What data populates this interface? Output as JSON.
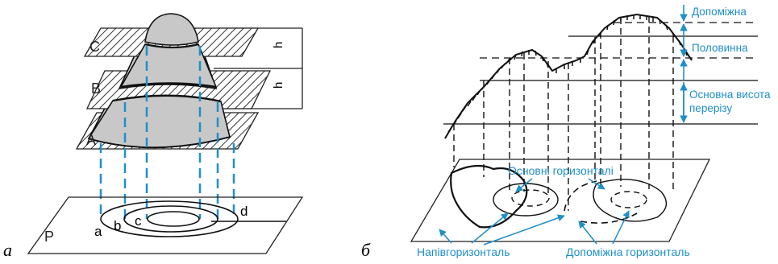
{
  "panel_a": {
    "label": "а",
    "planes": [
      "C",
      "B",
      "A"
    ],
    "interval_label": "h",
    "base_label": "P",
    "contour_letters": [
      "a",
      "b",
      "c",
      "d"
    ]
  },
  "panel_b": {
    "label": "б",
    "level_labels": {
      "auxiliary": "Допоміжна",
      "half": "Половинна",
      "main_line1": "Основна висота",
      "main_line2": "перерізу"
    },
    "callouts": {
      "main_contours": "Основні горизонталі",
      "half_contour": "Напівгоризонталь",
      "aux_contour": "Допоміжна горизонталь"
    }
  },
  "colors": {
    "annotation_blue": "#1f8fc9",
    "cone_fill": "#c8c8c8",
    "line": "#111111"
  }
}
